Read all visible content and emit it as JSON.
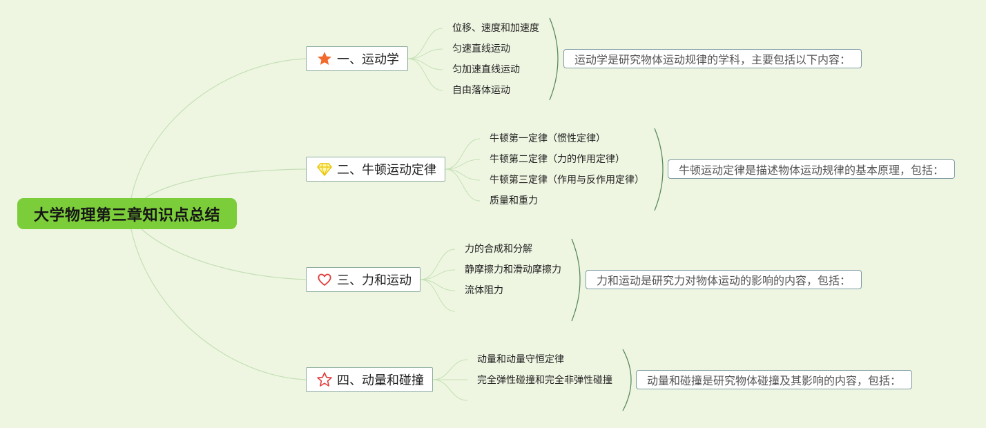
{
  "root": {
    "title": "大学物理第三章知识点总结"
  },
  "branches": [
    {
      "icon": "orange-star-icon",
      "label": "一、运动学",
      "items": [
        "位移、速度和加速度",
        "匀速直线运动",
        "匀加速直线运动",
        "自由落体运动"
      ],
      "summary": "运动学是研究物体运动规律的学科，主要包括以下内容："
    },
    {
      "icon": "diamond-icon",
      "label": "二、牛顿运动定律",
      "items": [
        "牛顿第一定律（惯性定律）",
        "牛顿第二定律（力的作用定律）",
        "牛顿第三定律（作用与反作用定律）",
        "质量和重力"
      ],
      "summary": "牛顿运动定律是描述物体运动规律的基本原理，包括："
    },
    {
      "icon": "heart-outline-icon",
      "label": "三、力和运动",
      "items": [
        "力的合成和分解",
        "静摩擦力和滑动摩擦力",
        "流体阻力"
      ],
      "summary": "力和运动是研究力对物体运动的影响的内容，包括："
    },
    {
      "icon": "red-star-outline-icon",
      "label": "四、动量和碰撞",
      "items": [
        "动量和动量守恒定律",
        "完全弹性碰撞和完全非弹性碰撞"
      ],
      "summary": "动量和碰撞是研究物体碰撞及其影响的内容，包括："
    }
  ],
  "colors": {
    "background": "#eef6e2",
    "root_fill": "#7ccd3a",
    "connector": "#c5dfb4",
    "bracket": "#5a8a5e"
  }
}
